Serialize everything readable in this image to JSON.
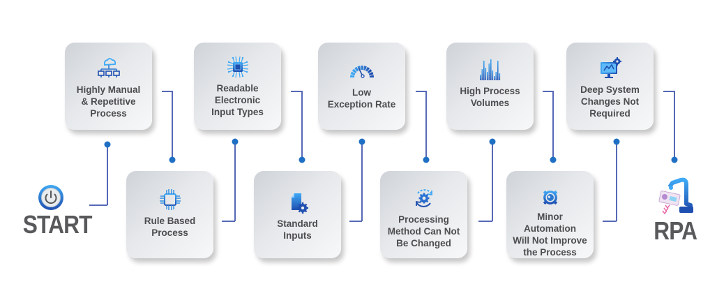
{
  "start": {
    "label": "START",
    "icon": "power-icon"
  },
  "end": {
    "label": "RPA",
    "icon": "robot-arm-icon"
  },
  "colors": {
    "connector": "#5668b6",
    "dot": "#1f6fc4",
    "icon_primary": "#1f6fc4",
    "icon_light": "#3fa9f5",
    "text": "#4d4d4f",
    "card_dark": "#cfd3d8",
    "card_light": "#f7f8f9"
  },
  "steps": [
    {
      "label": "Highly Manual\n& Repetitive\nProcess",
      "icon": "cloud-network-icon",
      "row": "top"
    },
    {
      "label": "Rule Based\nProcess",
      "icon": "chip-icon",
      "row": "bottom"
    },
    {
      "label": "Readable\nElectronic\nInput Types",
      "icon": "processor-icon",
      "row": "top"
    },
    {
      "label": "Standard\nInputs",
      "icon": "document-gear-icon",
      "row": "bottom"
    },
    {
      "label": "Low\nException Rate",
      "icon": "gauge-icon",
      "row": "top"
    },
    {
      "label": "Processing\nMethod Can Not\nBe Changed",
      "icon": "gear-cycle-icon",
      "row": "bottom"
    },
    {
      "label": "High Process\nVolumes",
      "icon": "bar-chart-icon",
      "row": "top"
    },
    {
      "label": "Minor Automation\nWill Not Improve\nthe Process",
      "icon": "gear-icon",
      "row": "bottom"
    },
    {
      "label": "Deep System\nChanges Not\nRequired",
      "icon": "monitor-gear-icon",
      "row": "top"
    }
  ]
}
